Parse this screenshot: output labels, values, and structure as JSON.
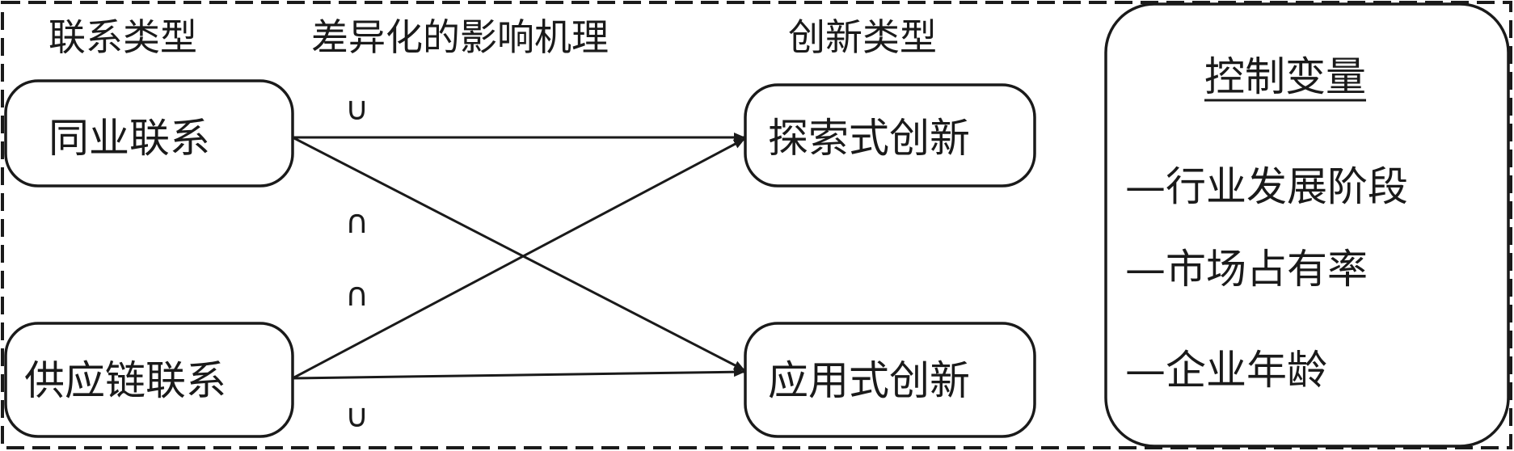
{
  "headers": {
    "linkage_type": "联系类型",
    "mechanism": "差异化的影响机理",
    "innovation_type": "创新类型"
  },
  "linkages": {
    "peer": "同业联系",
    "supply_chain": "供应链联系"
  },
  "innovations": {
    "exploratory": "探索式创新",
    "exploitative": "应用式创新"
  },
  "mechanism_symbols": {
    "peer_to_exploratory": "∪",
    "peer_to_exploitative": "∩",
    "supply_chain_to_exploratory": "∩",
    "supply_chain_to_exploitative": "∪"
  },
  "controls": {
    "title": "控制变量",
    "items": [
      "—行业发展阶段",
      "—市场占有率",
      "—企业年龄"
    ]
  }
}
